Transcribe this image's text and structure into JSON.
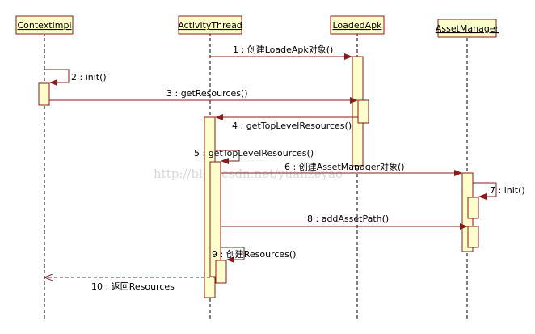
{
  "colors": {
    "object_fill": "#ffffcc",
    "object_stroke": "#8b1a1a",
    "activation_fill": "#ffffcc",
    "activation_stroke": "#8b1a1a",
    "message_line": "#8b1a1a",
    "lifeline": "#000000",
    "watermark": "#d9d9d9"
  },
  "objects": {
    "context_impl": "ContextImpl",
    "activity_thread": "ActivityThread",
    "loaded_apk": "LoadedApk",
    "asset_manager": "AssetManager"
  },
  "messages": {
    "m1": "1 : 创建LoadeApk对象()",
    "m2": "2 : init()",
    "m3": "3 : getResources()",
    "m4": "4 : getTopLevelResources()",
    "m5": "5 : getTopLevelResources()",
    "m6": "6 : 创建AssetManager对象()",
    "m7": "7 : init()",
    "m8": "8 : addAssetPath()",
    "m9": "9 : 创建Resources()",
    "m10": "10 : 返回Resources"
  },
  "watermark": "http://blog.csdn.net/yuanzeyao"
}
